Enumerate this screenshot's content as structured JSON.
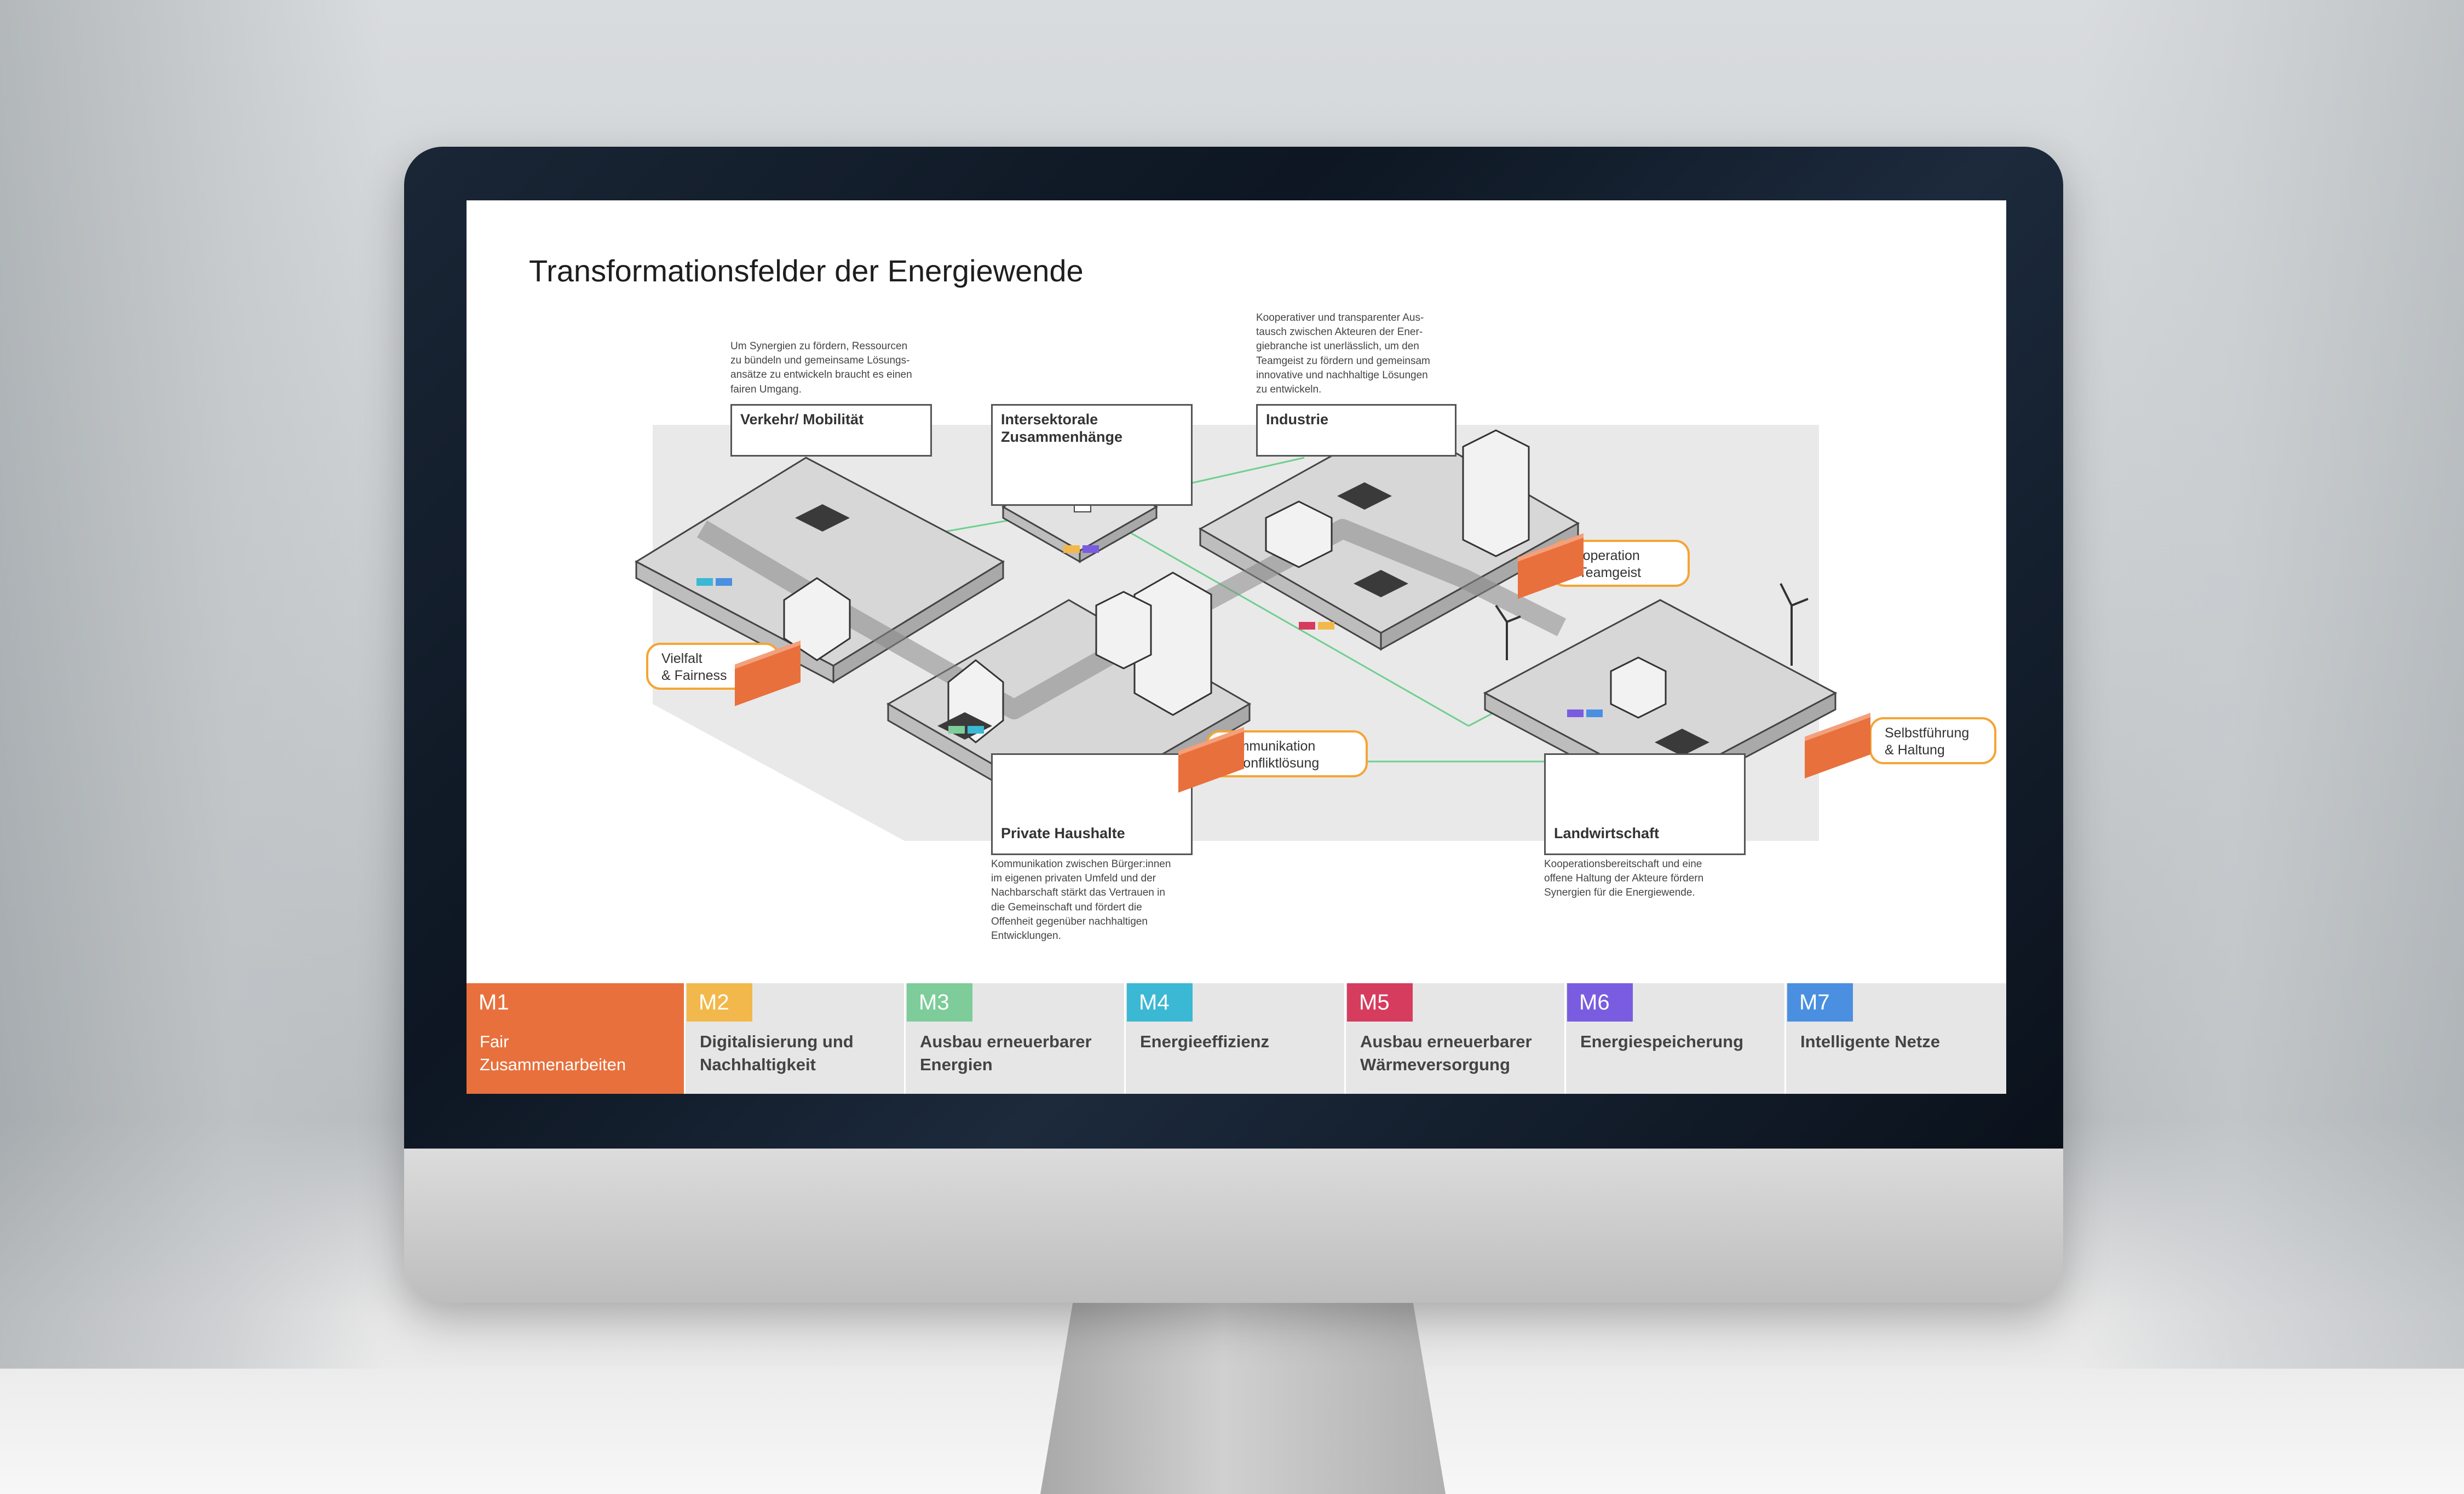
{
  "slide": {
    "title": "Transformationsfelder der Energiewende"
  },
  "fields": [
    {
      "label": "Verkehr/ Mobilität",
      "description": "Um Synergien zu fördern, Ressourcen\nzu bündeln und gemeinsame Lösungs-\nansätze zu entwickeln braucht es einen\nfairen Umgang."
    },
    {
      "label": "Intersektorale\nZusammenhänge",
      "description": ""
    },
    {
      "label": "Industrie",
      "description": "Kooperativer und transparenter Aus-\ntausch zwischen Akteuren der Ener-\ngiebranche ist unerlässlich, um den\nTeamgeist zu fördern und gemeinsam\ninnovative und nachhaltige Lösungen\nzu entwickeln."
    },
    {
      "label": "Private Haushalte",
      "description": "Kommunikation zwischen Bürger:innen\nim eigenen privaten Umfeld und der\nNachbarschaft stärkt das Vertrauen in\ndie Gemeinschaft und fördert die\nOffenheit gegenüber nachhaltigen\nEntwicklungen."
    },
    {
      "label": "Landwirtschaft",
      "description": "Kooperationsbereitschaft und eine\noffene Haltung der Akteure fördern\nSynergien für die Energiewende."
    }
  ],
  "callouts": [
    {
      "label": "Vielfalt\n& Fairness"
    },
    {
      "label": "Kooperation\n& Teamgeist"
    },
    {
      "label": "Kommunikation\n& Konfliktlösung"
    },
    {
      "label": "Selbstführung\n& Haltung"
    }
  ],
  "modules": [
    {
      "code": "M1",
      "label": "Fair\nZusammenarbeiten",
      "color": "#e8703c",
      "active": true
    },
    {
      "code": "M2",
      "label": "Digitalisierung und\nNachhaltigkeit",
      "color": "#f2b84b",
      "active": false
    },
    {
      "code": "M3",
      "label": "Ausbau erneuerbarer\nEnergien",
      "color": "#7dcc9a",
      "active": false
    },
    {
      "code": "M4",
      "label": "Energieeffizienz",
      "color": "#3bb8d4",
      "active": false
    },
    {
      "code": "M5",
      "label": "Ausbau erneuerbarer\nWärmeversorgung",
      "color": "#d63c5e",
      "active": false
    },
    {
      "code": "M6",
      "label": "Energiespeicherung",
      "color": "#7a5ce0",
      "active": false
    },
    {
      "code": "M7",
      "label": "Intelligente Netze",
      "color": "#4a8fe0",
      "active": false
    }
  ],
  "colors": {
    "accent_orange": "#e8703c",
    "callout_border": "#f4a534",
    "connector_green": "#6fcf8e"
  },
  "icons": {
    "cityscape": "isometric-energy-city-illustration",
    "handshake": "handshake-icon",
    "team": "team-icon",
    "speech": "speech-bubble-icon",
    "person": "person-lightbulb-icon"
  }
}
